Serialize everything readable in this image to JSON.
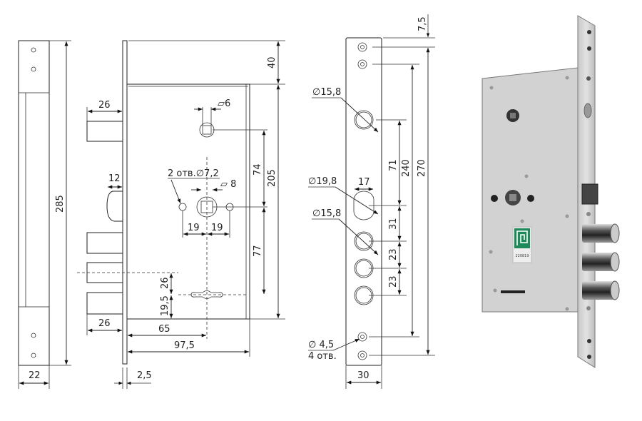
{
  "strike_plate": {
    "height": "285",
    "width": "22"
  },
  "side_view": {
    "bolt_top_projection": "26",
    "latch_projection": "12",
    "bolt_bottom_projection": "26",
    "square_top": "▱6",
    "holes_note": "2 отв.∅7,2",
    "square_spindle": "▱ 8",
    "hole_left_offset": "19",
    "hole_right_offset": "19",
    "dim_top": "40",
    "dim_body": "205",
    "dim_74": "74",
    "dim_77": "77",
    "dim_26": "26",
    "dim_19_5": "19,5",
    "backset": "65",
    "body_depth": "97,5",
    "faceplate_thickness": "2,5"
  },
  "faceplate": {
    "dim_7_5": "7,5",
    "hole_d1": "∅15,8",
    "hole_d2": "∅19,8",
    "oval_width": "17",
    "hole_d3": "∅15,8",
    "screw_hole": "∅ 4,5",
    "screw_count": "4 отв.",
    "dim_71": "71",
    "dim_31": "31",
    "dim_23a": "23",
    "dim_23b": "23",
    "dim_240": "240",
    "dim_270": "270",
    "width": "30"
  },
  "photo": {
    "sticker_text": "220819",
    "sticker_color": "#1e8a5a"
  }
}
